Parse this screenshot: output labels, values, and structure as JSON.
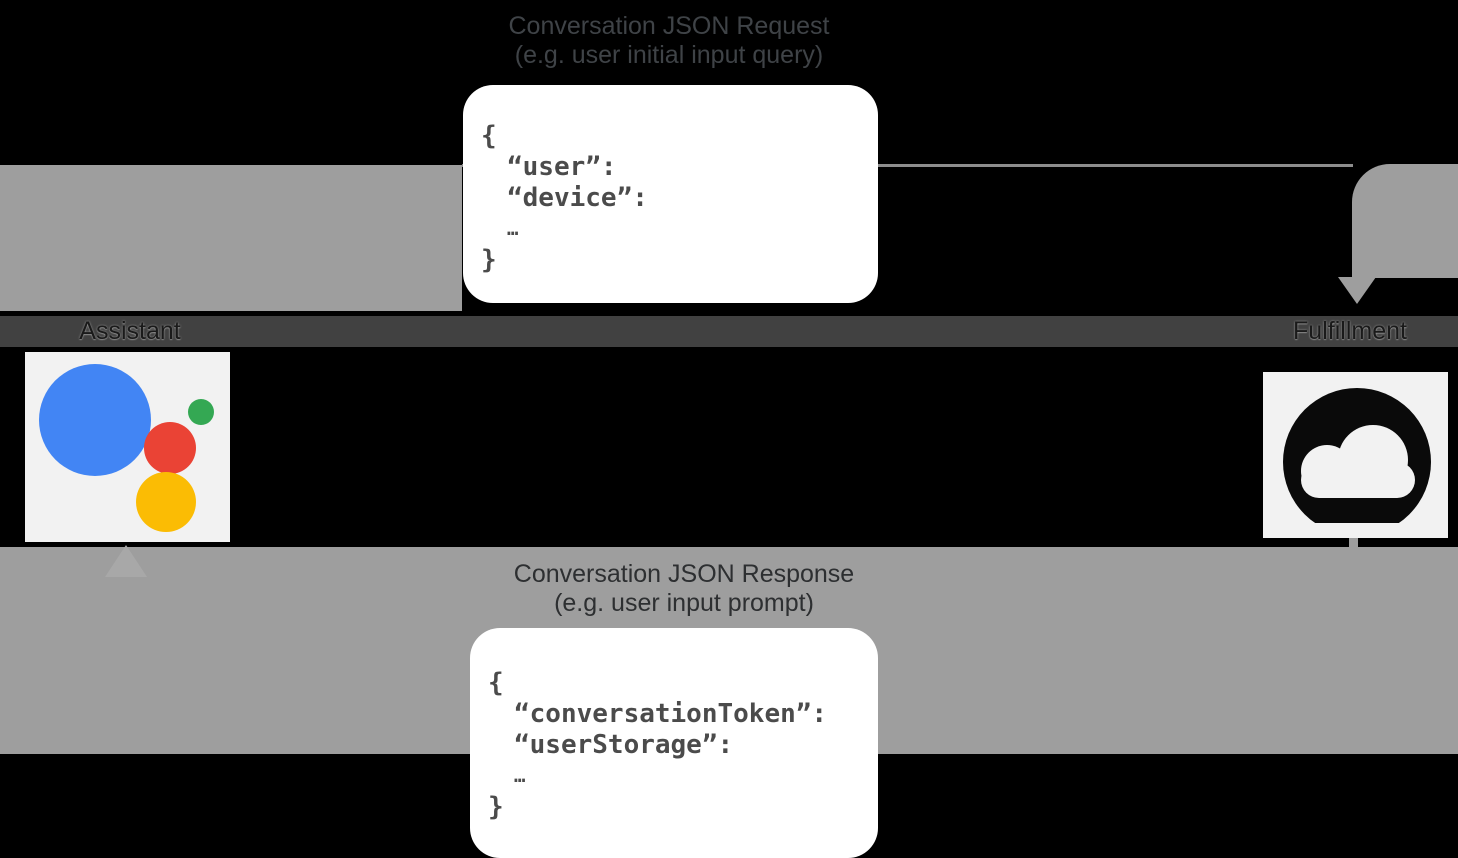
{
  "titles": {
    "request": {
      "line1": "Conversation JSON Request",
      "line2": "(e.g. user initial input query)"
    },
    "response": {
      "line1": "Conversation JSON Response",
      "line2": "(e.g. user input prompt)"
    }
  },
  "request_box": {
    "lines": [
      "{",
      "“user”:",
      "“device”:",
      "…",
      "}"
    ]
  },
  "response_box": {
    "lines": [
      "{",
      "“conversationToken”:",
      "“userStorage”:",
      "…",
      "}"
    ]
  },
  "nodes": {
    "assistant": {
      "label": "Assistant"
    },
    "fulfillment": {
      "label": "Fulfillment"
    }
  },
  "colors": {
    "background": "#000000",
    "arrow_gray": "#9e9e9e",
    "label_band": "#414141",
    "node_box_bg": "#f2f2f2",
    "code_box_bg": "#ffffff",
    "code_text": "#4b4b4b",
    "assistant_blue": "#4285F4",
    "assistant_red": "#EA4335",
    "assistant_yellow": "#FBBC04",
    "assistant_green": "#34A853",
    "cloud_black": "#0a0a0a"
  }
}
